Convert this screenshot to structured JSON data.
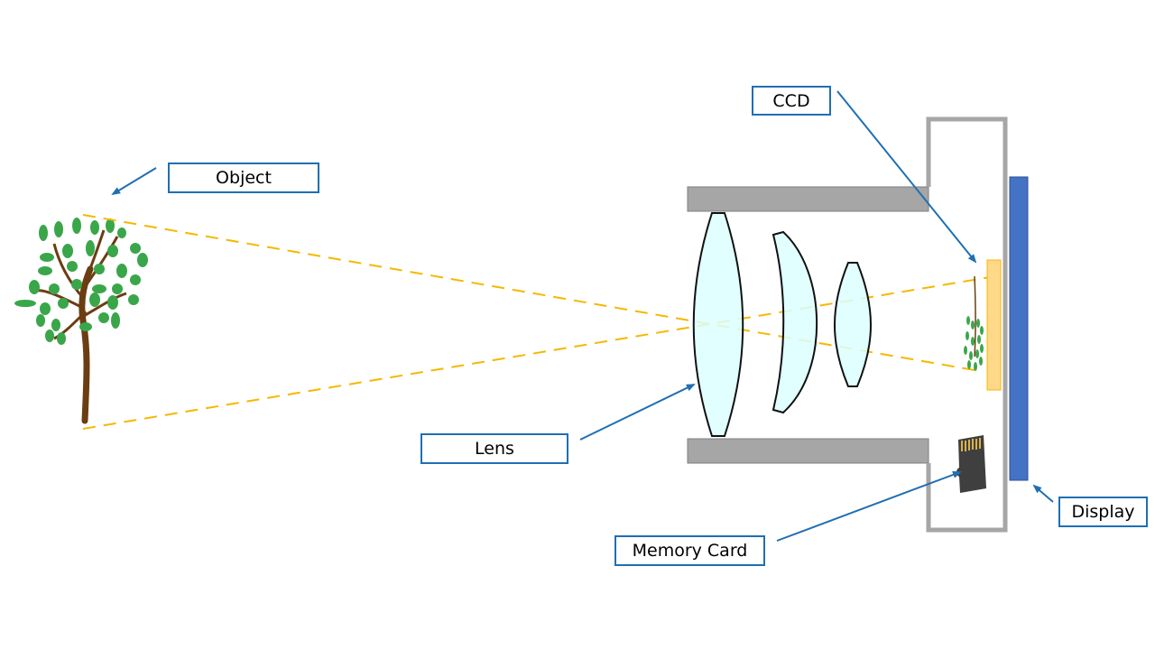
{
  "diagram": {
    "title": "Digital camera image formation",
    "labels": {
      "object": "Object",
      "ccd": "CCD",
      "lens": "Lens",
      "memory_card": "Memory Card",
      "display": "Display"
    },
    "colors": {
      "label_border": "#1f6fb3",
      "arrow": "#1f6fb3",
      "ray": "#f5b800",
      "lens_fill": "#dcffff",
      "barrel": "#a6a6a6",
      "ccd": "#ffd98a",
      "display": "#4472c4",
      "leaf": "#3aa64a",
      "trunk": "#6b3d12"
    },
    "components": [
      "object-tree",
      "lens-barrel",
      "lens-element-1",
      "lens-element-2",
      "lens-element-3",
      "camera-body",
      "ccd-sensor",
      "inverted-image",
      "memory-card",
      "display-screen"
    ]
  }
}
